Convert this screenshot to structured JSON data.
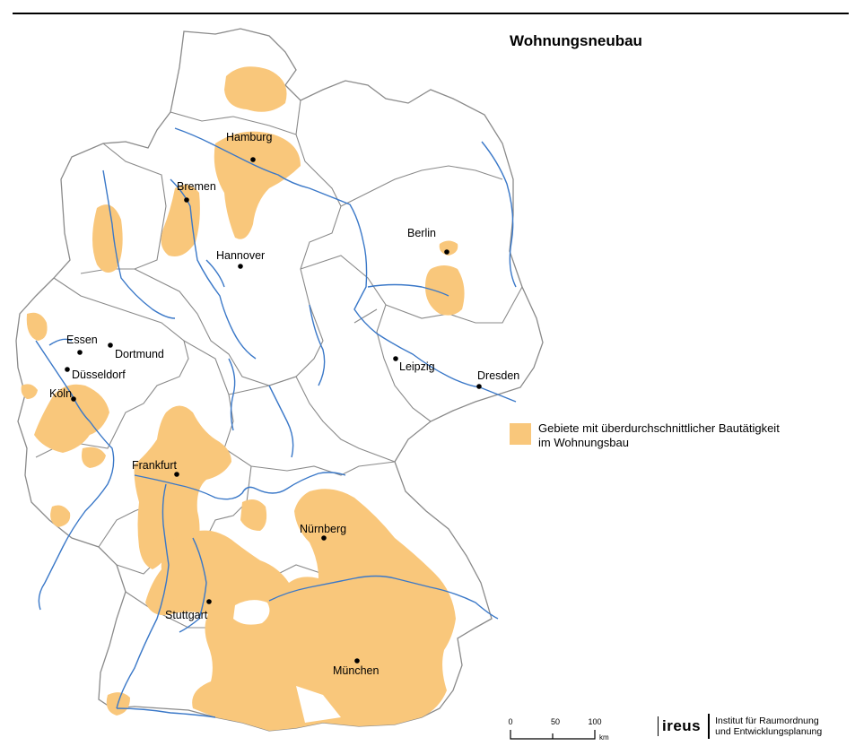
{
  "title": "Wohnungsneubau",
  "legend": {
    "label_line1": "Gebiete mit überdurchschnittlicher Bautätigkeit",
    "label_line2": "im Wohnungsbau",
    "color": "#f9c77b"
  },
  "colors": {
    "river": "#3a78c8",
    "boundary": "#8a8a8a",
    "highlight": "#f9c77b"
  },
  "cities": [
    {
      "name": "Hamburg",
      "id": "hamburg"
    },
    {
      "name": "Bremen",
      "id": "bremen"
    },
    {
      "name": "Hannover",
      "id": "hannover"
    },
    {
      "name": "Berlin",
      "id": "berlin"
    },
    {
      "name": "Essen",
      "id": "essen"
    },
    {
      "name": "Dortmund",
      "id": "dortmund"
    },
    {
      "name": "Düsseldorf",
      "id": "duesseldorf"
    },
    {
      "name": "Köln",
      "id": "koeln"
    },
    {
      "name": "Leipzig",
      "id": "leipzig"
    },
    {
      "name": "Dresden",
      "id": "dresden"
    },
    {
      "name": "Frankfurt",
      "id": "frankfurt"
    },
    {
      "name": "Nürnberg",
      "id": "nuernberg"
    },
    {
      "name": "Stuttgart",
      "id": "stuttgart"
    },
    {
      "name": "München",
      "id": "muenchen"
    }
  ],
  "scale": {
    "tick0": "0",
    "tick1": "50",
    "tick2": "100",
    "unit": "km"
  },
  "logo": {
    "name": "ireus",
    "line1": "Institut für Raumordnung",
    "line2": "und Entwicklungsplanung"
  }
}
